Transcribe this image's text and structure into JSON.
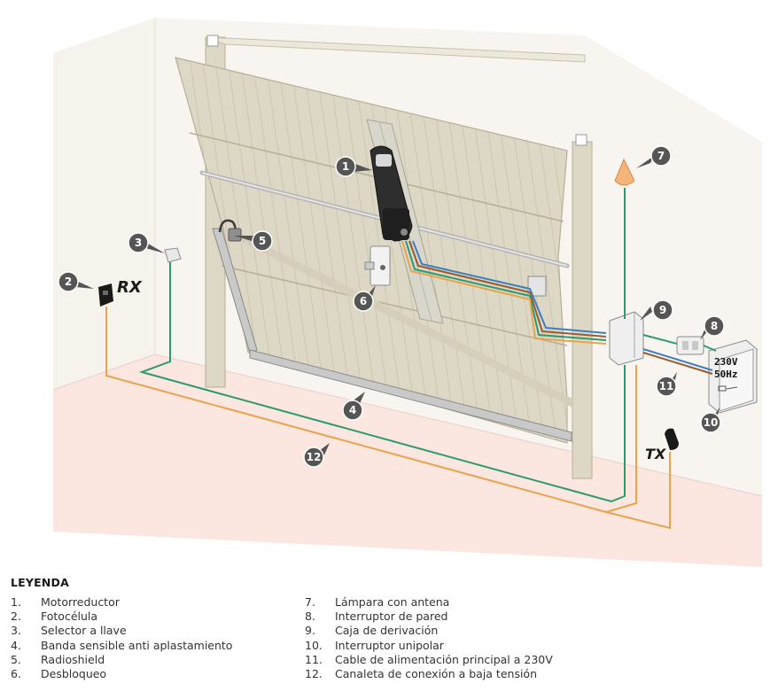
{
  "diagram": {
    "labels": {
      "rx": "RX",
      "tx": "TX"
    },
    "panel": {
      "line1": "230V",
      "line2": "50Hz"
    },
    "callouts": [
      "1",
      "2",
      "3",
      "4",
      "5",
      "6",
      "7",
      "8",
      "9",
      "10",
      "11",
      "12"
    ],
    "colors": {
      "door": "#ddd8c6",
      "door_line": "#bdb49c",
      "wall": "#f6f2ec",
      "floor": "#fbe6e0",
      "cable_green": "#2b9a6e",
      "cable_orange": "#e8a34c",
      "cable_blue": "#3b7fc1",
      "cable_brown": "#9a5b2d",
      "callout_badge": "#555555",
      "lamp": "#f4b57a"
    }
  },
  "legend": {
    "title": "LEYENDA",
    "left": [
      {
        "n": "1.",
        "t": "Motorreductor"
      },
      {
        "n": "2.",
        "t": "Fotocélula"
      },
      {
        "n": "3.",
        "t": "Selector a llave"
      },
      {
        "n": "4.",
        "t": "Banda sensible anti aplastamiento"
      },
      {
        "n": "5.",
        "t": "Radioshield"
      },
      {
        "n": "6.",
        "t": "Desbloqueo"
      }
    ],
    "right": [
      {
        "n": "7.",
        "t": "Lámpara con antena"
      },
      {
        "n": "8.",
        "t": "Interruptor de pared"
      },
      {
        "n": "9.",
        "t": "Caja de derivación"
      },
      {
        "n": "10.",
        "t": "Interruptor unipolar"
      },
      {
        "n": "11.",
        "t": "Cable de alimentación principal a 230V"
      },
      {
        "n": "12.",
        "t": "Canaleta de conexión a baja tensión"
      }
    ]
  }
}
